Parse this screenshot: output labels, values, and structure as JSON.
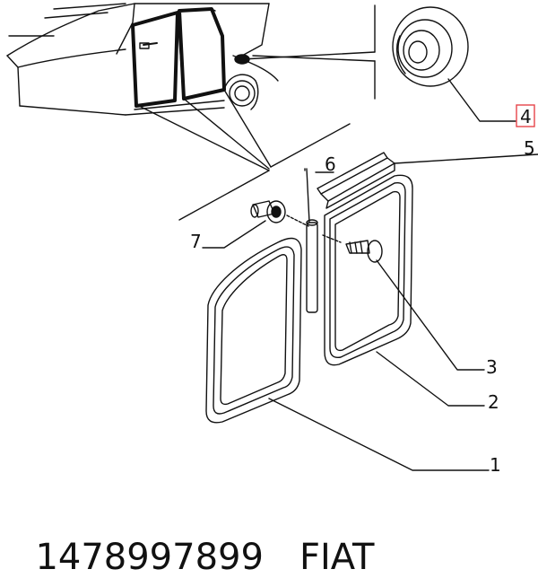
{
  "diagram": {
    "callouts": [
      "1",
      "2",
      "3",
      "4",
      "5",
      "6",
      "7"
    ],
    "highlight_color": "#e6454a"
  },
  "caption": {
    "part_number": "1478997899",
    "brand": "FIAT"
  }
}
